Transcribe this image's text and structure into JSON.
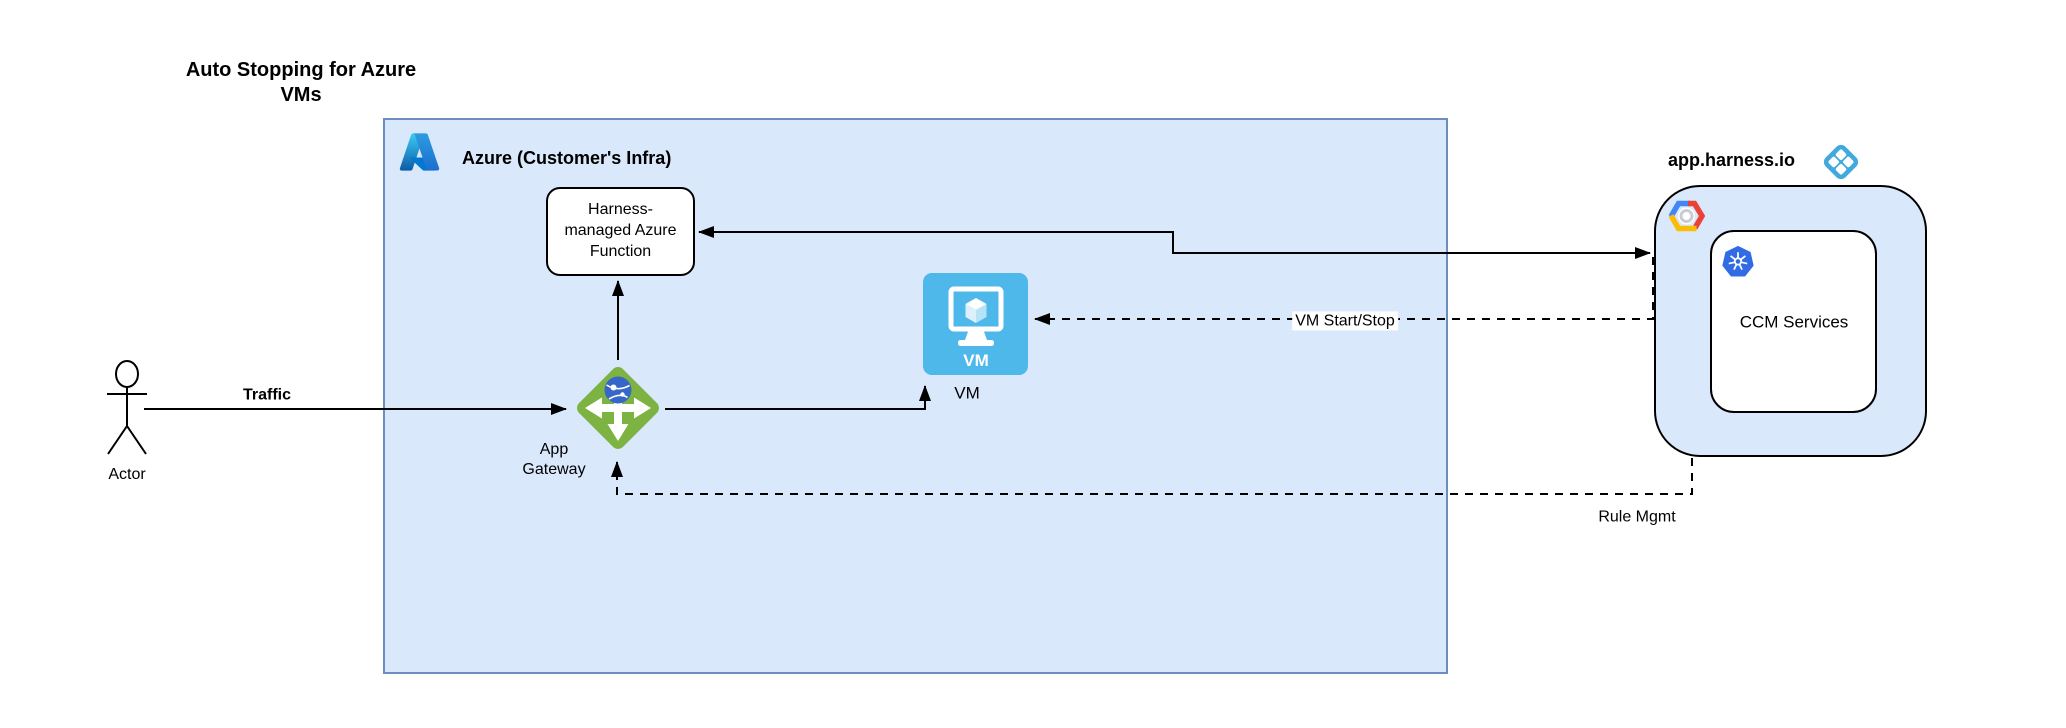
{
  "title": {
    "text": "Auto Stopping for Azure VMs",
    "lines": [
      "Auto Stopping for Azure",
      "VMs"
    ]
  },
  "actor": {
    "label": "Actor",
    "icon": "actor-stick-figure"
  },
  "azure_container": {
    "label": "Azure (Customer's Infra)",
    "icon": "azure-logo-icon"
  },
  "function_node": {
    "label": "Harness-managed Azure Function",
    "lines": [
      "Harness-",
      "managed Azure",
      "Function"
    ]
  },
  "vm_node": {
    "icon_text": "VM",
    "label": "VM",
    "icon": "vm-monitor-icon"
  },
  "gateway_node": {
    "label": "App Gateway",
    "lines": [
      "App",
      "Gateway"
    ],
    "icon": "app-gateway-icon"
  },
  "harness": {
    "label": "app.harness.io",
    "icon": "harness-logo-icon"
  },
  "ccm_node": {
    "label": "CCM Services",
    "icons": [
      "gcp-logo-icon",
      "kubernetes-icon"
    ]
  },
  "edges": {
    "traffic": "Traffic",
    "vm_start_stop": "VM Start/Stop",
    "rule_mgmt": "Rule Mgmt"
  },
  "colors": {
    "canvas_bg": "#ffffff",
    "container_fill": "#dae8fc",
    "azure_border": "#6c8ebf",
    "box_border": "#000000",
    "vm_fill": "#4fb8ea",
    "gateway_green": "#7cb342",
    "gateway_globe_blue": "#3667c8",
    "harness_blue": "#42a9dd",
    "kubernetes_blue": "#326ce5",
    "gcp_blue": "#4285f4",
    "gcp_red": "#ea4335",
    "gcp_yellow": "#fbbc05",
    "line_color": "#000000",
    "text_color": "#000000"
  }
}
